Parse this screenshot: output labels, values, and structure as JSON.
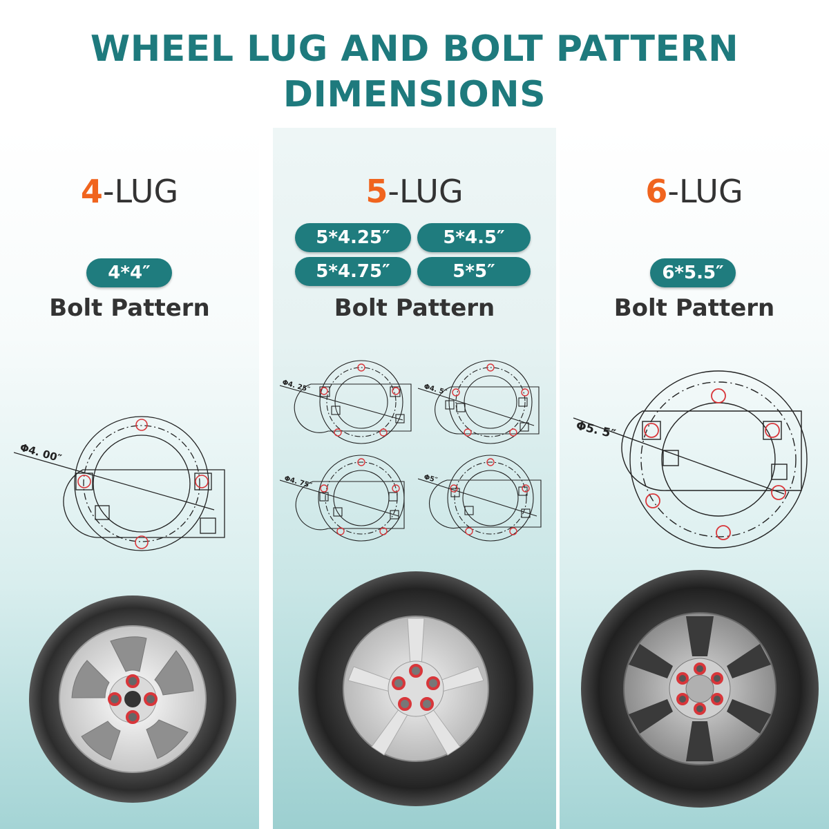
{
  "title_line1": "WHEEL LUG AND BOLT PATTERN",
  "title_line2": "DIMENSIONS",
  "columns": [
    {
      "lug_number": "4",
      "lug_suffix": "-LUG",
      "patterns": [
        "4*4″"
      ],
      "bolt_label": "Bolt Pattern",
      "diagrams": [
        "Φ4. 00″"
      ]
    },
    {
      "lug_number": "5",
      "lug_suffix": "-LUG",
      "patterns": [
        "5*4.25″",
        "5*4.5″",
        "5*4.75″",
        "5*5″"
      ],
      "bolt_label": "Bolt Pattern",
      "diagrams": [
        "Φ4. 25″",
        "Φ4. 5″",
        "Φ4. 75″",
        "Φ5″"
      ]
    },
    {
      "lug_number": "6",
      "lug_suffix": "-LUG",
      "patterns": [
        "6*5.5″"
      ],
      "bolt_label": "Bolt Pattern",
      "diagrams": [
        "Φ5. 5″"
      ]
    }
  ],
  "colors": {
    "accent": "#1f7c7e",
    "title": "#1e7a7d",
    "lug_number": "#f0641e",
    "lug_nut": "#d8363a"
  }
}
